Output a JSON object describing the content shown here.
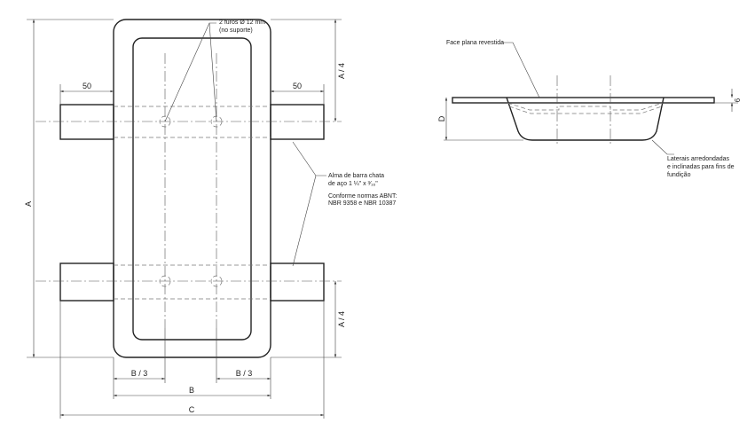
{
  "front_view": {
    "dims": {
      "A": "A",
      "A4_top": "A / 4",
      "A4_bottom": "A / 4",
      "left_50": "50",
      "right_50": "50",
      "B3_left": "B / 3",
      "B3_right": "B / 3",
      "B": "B",
      "C": "C"
    },
    "notes": {
      "holes_line1": "2 furos Ø 12 mm",
      "holes_line2": "(no suporte)",
      "core_line1": "Alma de barra chata",
      "core_line2": "de aço 1 ¼\" x ³⁄₁₆\"",
      "norm_line1": "Conforme normas ABNT:",
      "norm_line2": "NBR 9358 e NBR 10387"
    }
  },
  "side_view": {
    "dims": {
      "D": "D",
      "thickness": "6"
    },
    "notes": {
      "face": "Face plana revestida",
      "sides_line1": "Laterais arredondadas",
      "sides_line2": "e inclinadas para fins de",
      "sides_line3": "fundição"
    }
  }
}
